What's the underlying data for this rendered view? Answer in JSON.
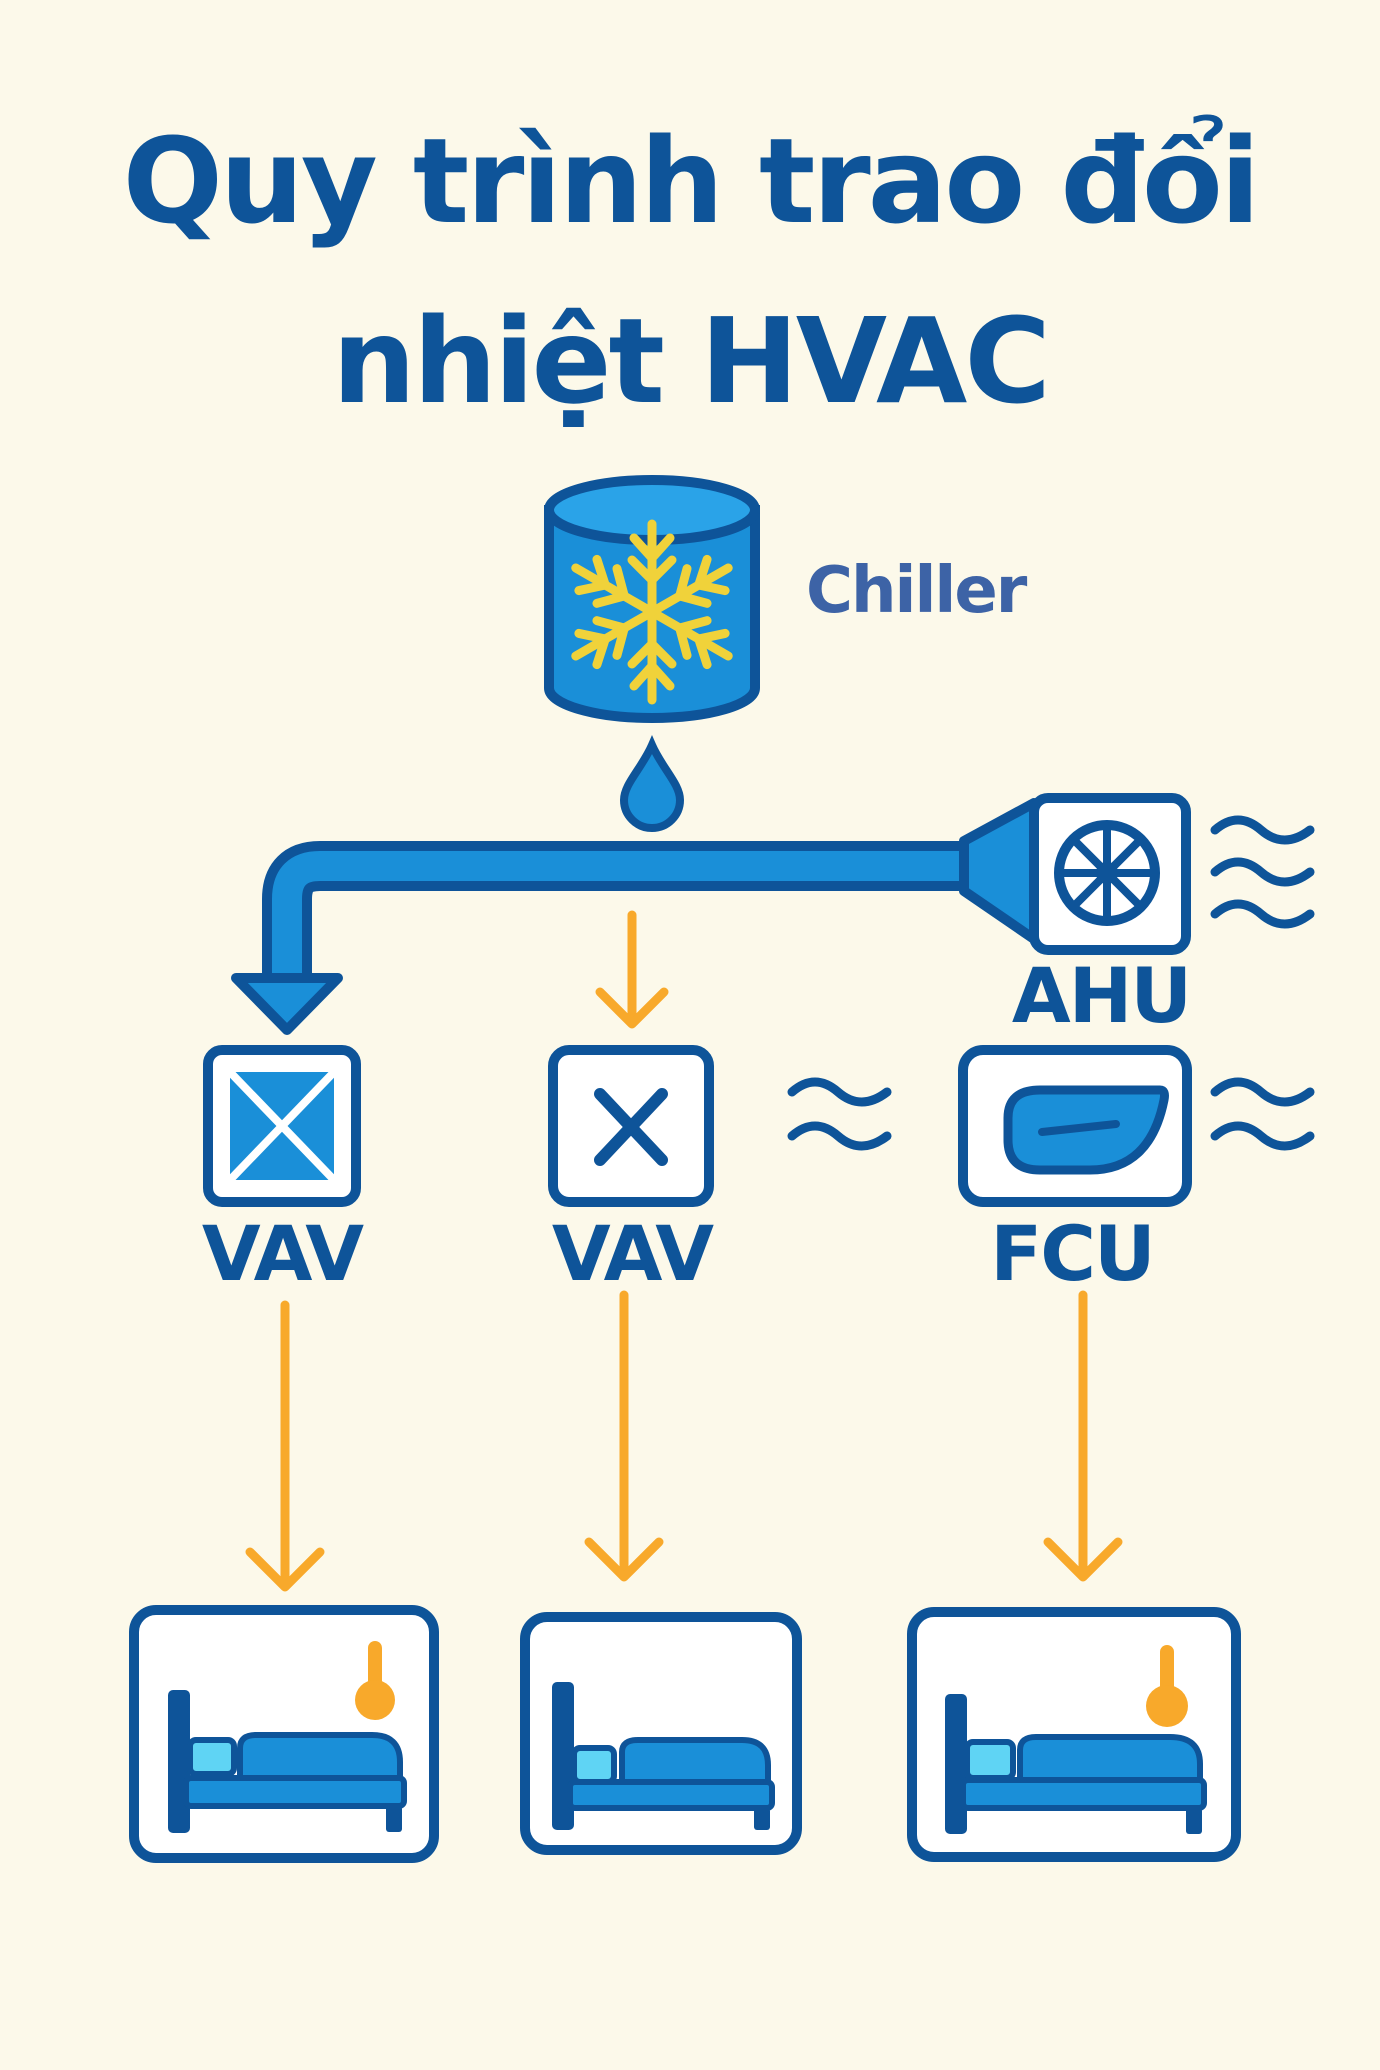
{
  "title": {
    "line1": "Quy trình trao đổi",
    "line2": "nhiệt HVAC"
  },
  "nodes": {
    "chiller": "Chiller",
    "ahu": "AHU",
    "vav_left": "VAV",
    "vav_middle": "VAV",
    "fcu": "FCU"
  },
  "colors": {
    "background": "#fcf9ea",
    "title": "#0e5499",
    "outline": "#0e5499",
    "fill_blue": "#1a8fd8",
    "light_blue": "#5fd4f4",
    "arrow_orange": "#f8a92b",
    "snowflake": "#f0d23a",
    "chiller_label": "#3d63a6"
  },
  "icons": {
    "chiller": "snowflake-tank-icon",
    "droplet": "water-droplet-icon",
    "ahu": "fan-unit-icon",
    "vav": "damper-box-icon",
    "fcu": "fan-coil-icon",
    "room": "bedroom-icon",
    "thermometer": "thermometer-icon",
    "air_flow": "air-wave-icon"
  }
}
